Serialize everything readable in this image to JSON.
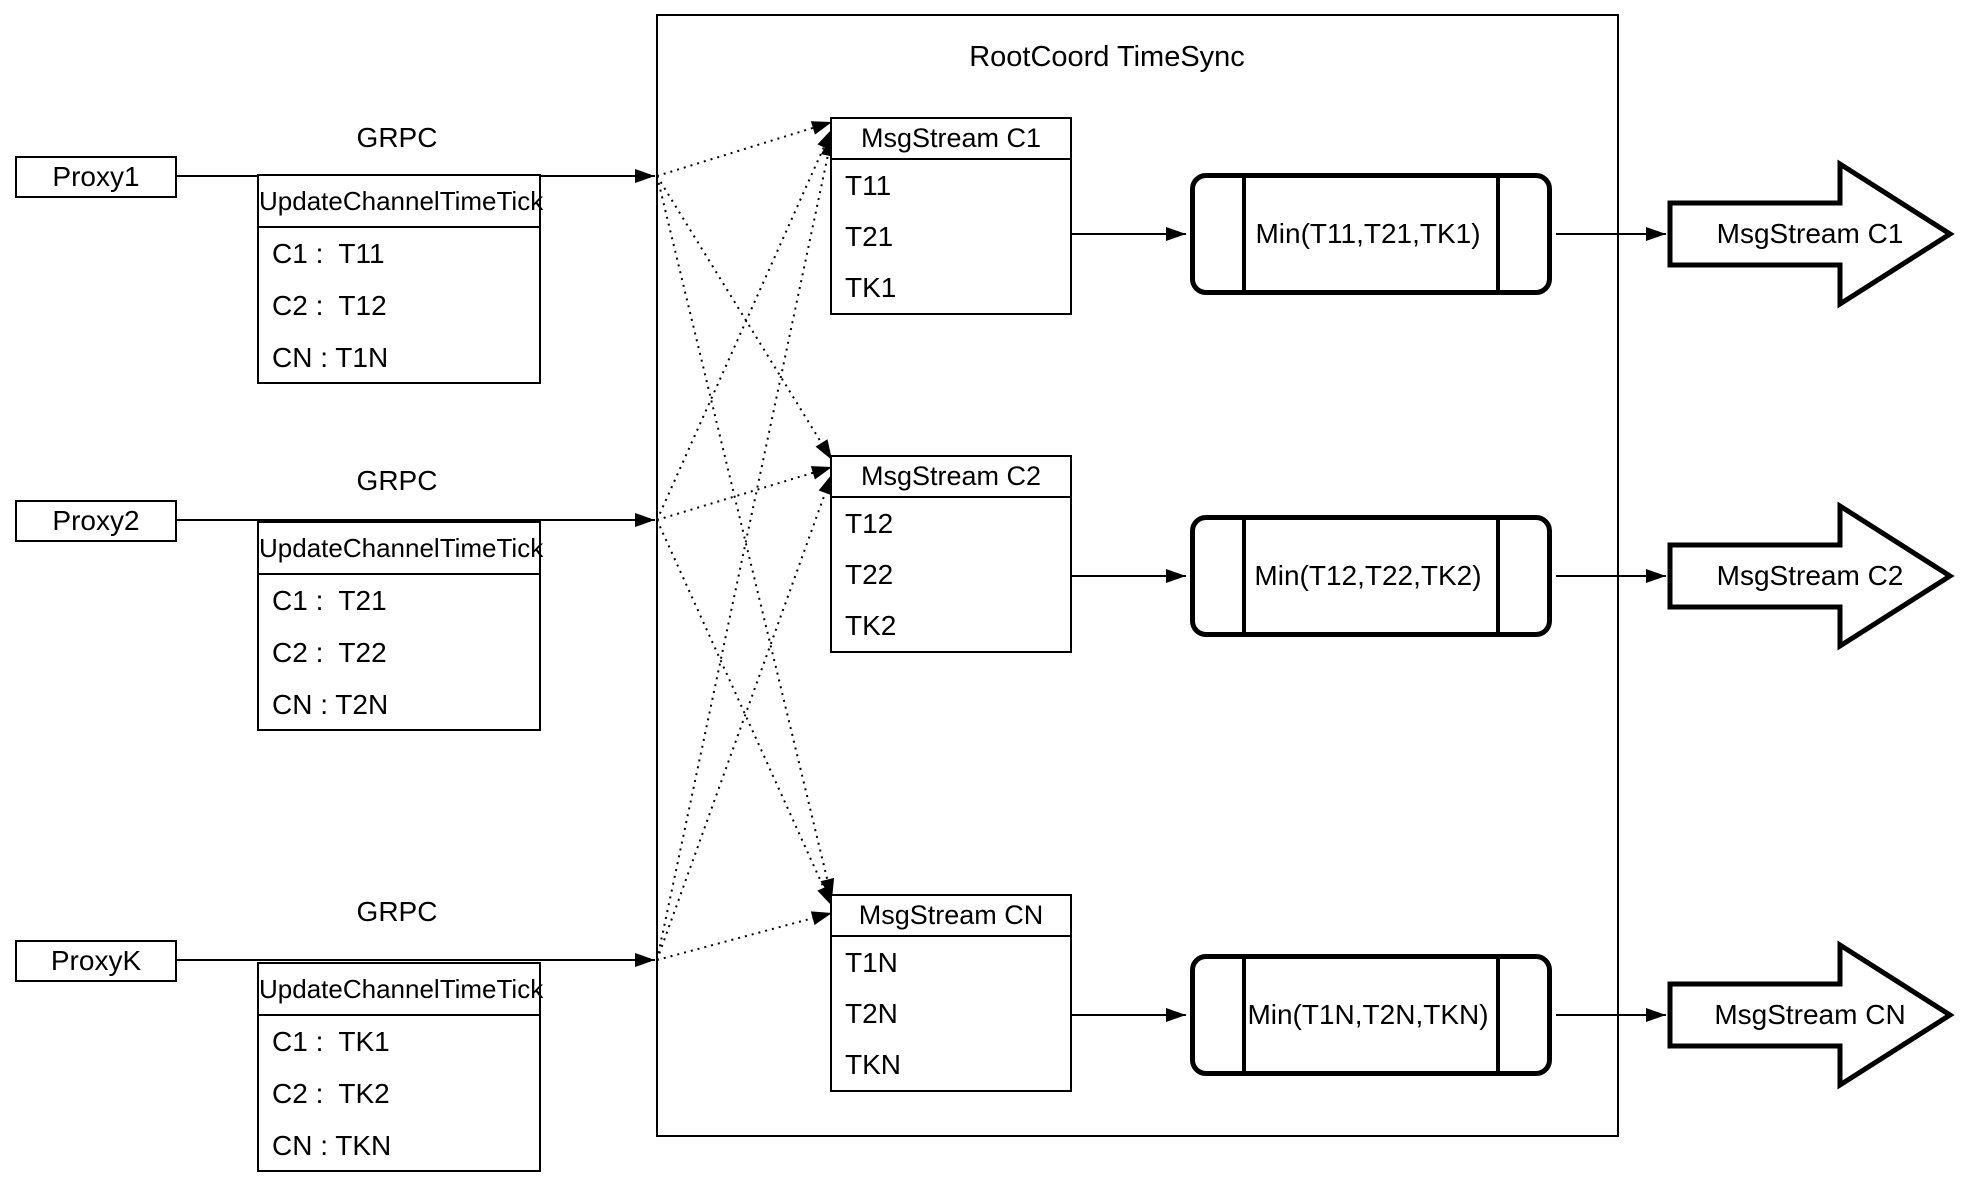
{
  "diagram": {
    "title": "RootCoord TimeSync",
    "colors": {
      "stroke": "#000000",
      "background": "#ffffff"
    },
    "rows": [
      {
        "proxy_label": "Proxy1",
        "grpc_label": "GRPC",
        "update_table": {
          "header": "UpdateChannelTimeTick",
          "rows": [
            "C1 :  T11",
            "C2 :  T12",
            "CN : T1N"
          ]
        },
        "msg_table": {
          "header": "MsgStream C1",
          "rows": [
            "T11",
            "T21",
            "TK1"
          ]
        },
        "min_label": "Min(T11,T21,TK1)",
        "output_label": "MsgStream C1"
      },
      {
        "proxy_label": "Proxy2",
        "grpc_label": "GRPC",
        "update_table": {
          "header": "UpdateChannelTimeTick",
          "rows": [
            "C1 :  T21",
            "C2 :  T22",
            "CN : T2N"
          ]
        },
        "msg_table": {
          "header": "MsgStream C2",
          "rows": [
            "T12",
            "T22",
            "TK2"
          ]
        },
        "min_label": "Min(T12,T22,TK2)",
        "output_label": "MsgStream C2"
      },
      {
        "proxy_label": "ProxyK",
        "grpc_label": "GRPC",
        "update_table": {
          "header": "UpdateChannelTimeTick",
          "rows": [
            "C1 :  TK1",
            "C2 :  TK2",
            "CN : TKN"
          ]
        },
        "msg_table": {
          "header": "MsgStream CN",
          "rows": [
            "T1N",
            "T2N",
            "TKN"
          ]
        },
        "min_label": "Min(T1N,T2N,TKN)",
        "output_label": "MsgStream CN"
      }
    ]
  }
}
